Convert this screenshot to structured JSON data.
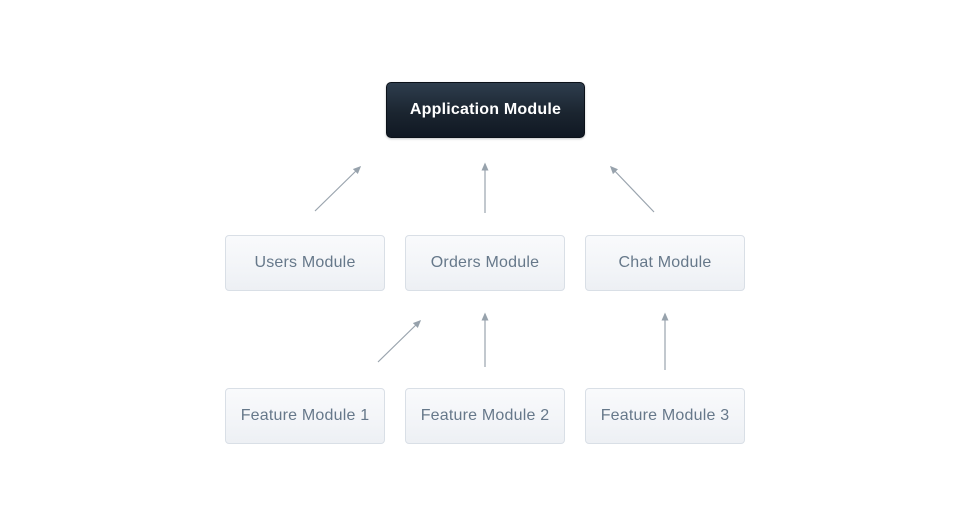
{
  "diagram": {
    "type": "module-dependency-diagram",
    "background_color": "#ffffff",
    "nodes": [
      {
        "id": "application-module",
        "label": "Application Module",
        "variant": "dark"
      },
      {
        "id": "users-module",
        "label": "Users Module",
        "variant": "light"
      },
      {
        "id": "orders-module",
        "label": "Orders Module",
        "variant": "light"
      },
      {
        "id": "chat-module",
        "label": "Chat Module",
        "variant": "light"
      },
      {
        "id": "feature-module-1",
        "label": "Feature Module 1",
        "variant": "light"
      },
      {
        "id": "feature-module-2",
        "label": "Feature Module 2",
        "variant": "light"
      },
      {
        "id": "feature-module-3",
        "label": "Feature Module 3",
        "variant": "light"
      }
    ],
    "edges": [
      {
        "from": "users-module",
        "to": "application-module",
        "direction": "diagonal-up-right"
      },
      {
        "from": "orders-module",
        "to": "application-module",
        "direction": "vertical-up"
      },
      {
        "from": "chat-module",
        "to": "application-module",
        "direction": "diagonal-up-left"
      },
      {
        "from": "feature-module-1",
        "to": "orders-module",
        "direction": "diagonal-up-right"
      },
      {
        "from": "feature-module-2",
        "to": "orders-module",
        "direction": "vertical-up"
      },
      {
        "from": "feature-module-3",
        "to": "chat-module",
        "direction": "vertical-up"
      }
    ],
    "colors": {
      "dark_node_gradient_top": "#2e3d4d",
      "dark_node_gradient_bottom": "#101823",
      "dark_node_text": "#ffffff",
      "light_node_gradient_top": "#f9fafc",
      "light_node_gradient_bottom": "#edf0f4",
      "light_node_border": "#d9dfe6",
      "light_node_text": "#66788a",
      "arrow": "#97a2ac",
      "background": "#ffffff"
    }
  }
}
